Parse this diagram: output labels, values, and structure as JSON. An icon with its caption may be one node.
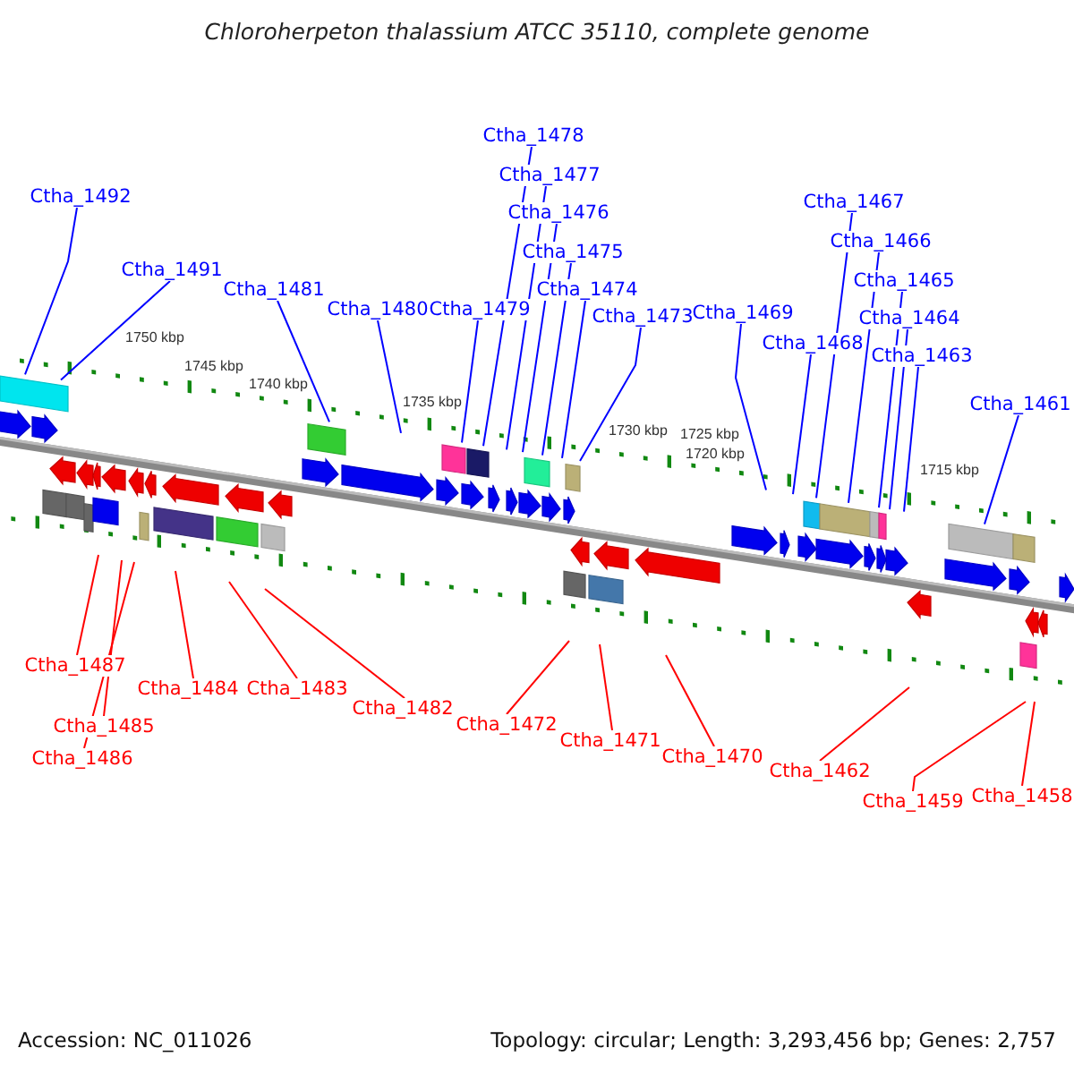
{
  "diagram": {
    "title": "Chloroherpeton thalassium ATCC 35110, complete genome",
    "nodes": [
      {
        "text": [
          "Ctha_1478"
        ]
      },
      {
        "text": [
          "Ctha_1477"
        ]
      },
      {
        "text": [
          "Ctha_1476"
        ]
      },
      {
        "text": [
          "Ctha_1475"
        ]
      },
      {
        "text": [
          "Ctha_1474"
        ]
      },
      {
        "text": [
          "Ctha_1492"
        ]
      },
      {
        "text": [
          "Ctha_1467"
        ]
      },
      {
        "text": [
          "Ctha_1466"
        ]
      },
      {
        "text": [
          "Ctha_1491"
        ]
      },
      {
        "text": [
          "Ctha_1481"
        ]
      },
      {
        "text": [
          "Ctha_1465"
        ]
      },
      {
        "text": [
          "Ctha_1480"
        ]
      },
      {
        "text": [
          "Ctha_1479"
        ]
      },
      {
        "text": [
          "Ctha_1473"
        ]
      },
      {
        "text": [
          "Ctha_1469"
        ]
      },
      {
        "text": [
          "Ctha_1464"
        ]
      },
      {
        "text": [
          "Ctha_1468"
        ]
      },
      {
        "text": [
          "Ctha_1463"
        ]
      },
      {
        "text": [
          "Ctha_1461"
        ]
      },
      {
        "text": [
          "Ctha_1487"
        ]
      },
      {
        "text": [
          "Ctha_1484"
        ]
      },
      {
        "text": [
          "Ctha_1483"
        ]
      },
      {
        "text": [
          "Ctha_1482"
        ]
      },
      {
        "text": [
          "Ctha_1472"
        ]
      },
      {
        "text": [
          "Ctha_1485"
        ]
      },
      {
        "text": [
          "Ctha_1471"
        ]
      },
      {
        "text": [
          "Ctha_1470"
        ]
      },
      {
        "text": [
          "Ctha_1486"
        ]
      },
      {
        "text": [
          "Ctha_1462"
        ]
      },
      {
        "text": [
          "Ctha_1459"
        ]
      },
      {
        "text": [
          "Ctha_1458"
        ]
      }
    ],
    "edges": [
      {
        "from": 0,
        "to": null,
        "arrow": "none"
      },
      {
        "from": 1,
        "to": null,
        "arrow": "none"
      },
      {
        "from": 2,
        "to": null,
        "arrow": "none"
      },
      {
        "from": 3,
        "to": null,
        "arrow": "none"
      },
      {
        "from": 4,
        "to": null,
        "arrow": "none"
      },
      {
        "from": 5,
        "to": null,
        "arrow": "none"
      },
      {
        "from": 6,
        "to": null,
        "arrow": "none"
      },
      {
        "from": 7,
        "to": null,
        "arrow": "none"
      },
      {
        "from": 8,
        "to": null,
        "arrow": "none"
      },
      {
        "from": 9,
        "to": null,
        "arrow": "none"
      },
      {
        "from": 10,
        "to": null,
        "arrow": "none"
      },
      {
        "from": 11,
        "to": null,
        "arrow": "none"
      },
      {
        "from": 12,
        "to": null,
        "arrow": "none"
      },
      {
        "from": 13,
        "to": null,
        "arrow": "none"
      },
      {
        "from": 14,
        "to": null,
        "arrow": "none"
      },
      {
        "from": 15,
        "to": null,
        "arrow": "none"
      },
      {
        "from": 16,
        "to": null,
        "arrow": "none"
      },
      {
        "from": 17,
        "to": null,
        "arrow": "none"
      },
      {
        "from": 18,
        "to": null,
        "arrow": "none"
      },
      {
        "from": 19,
        "to": null,
        "arrow": "none",
        "color": "#ff0000"
      },
      {
        "from": 20,
        "to": null,
        "arrow": "none",
        "color": "#ff0000"
      },
      {
        "from": 21,
        "to": null,
        "arrow": "none",
        "color": "#ff0000"
      },
      {
        "from": 22,
        "to": null,
        "arrow": "none",
        "color": "#ff0000"
      },
      {
        "from": 23,
        "to": null,
        "arrow": "none",
        "color": "#ff0000"
      },
      {
        "from": 24,
        "to": null,
        "arrow": "none",
        "color": "#ff0000"
      },
      {
        "from": 25,
        "to": null,
        "arrow": "none",
        "color": "#ff0000"
      },
      {
        "from": 26,
        "to": null,
        "arrow": "none",
        "color": "#ff0000"
      },
      {
        "from": 27,
        "to": null,
        "arrow": "none",
        "color": "#ff0000"
      },
      {
        "from": 28,
        "to": null,
        "arrow": "none",
        "color": "#ff0000"
      },
      {
        "from": 29,
        "to": null,
        "arrow": "none",
        "color": "#ff0000"
      },
      {
        "from": 30,
        "to": null,
        "arrow": "none",
        "color": "#ff0000"
      }
    ],
    "labels": [
      "1750 kbp",
      "1745 kbp",
      "1740 kbp",
      "1735 kbp",
      "1730 kbp",
      "1725 kbp",
      "1720 kbp",
      "1715 kbp",
      "Accession: NC_011026",
      "Topology: circular; Length: 3,293,456 bp; Genes: 2,757"
    ]
  }
}
